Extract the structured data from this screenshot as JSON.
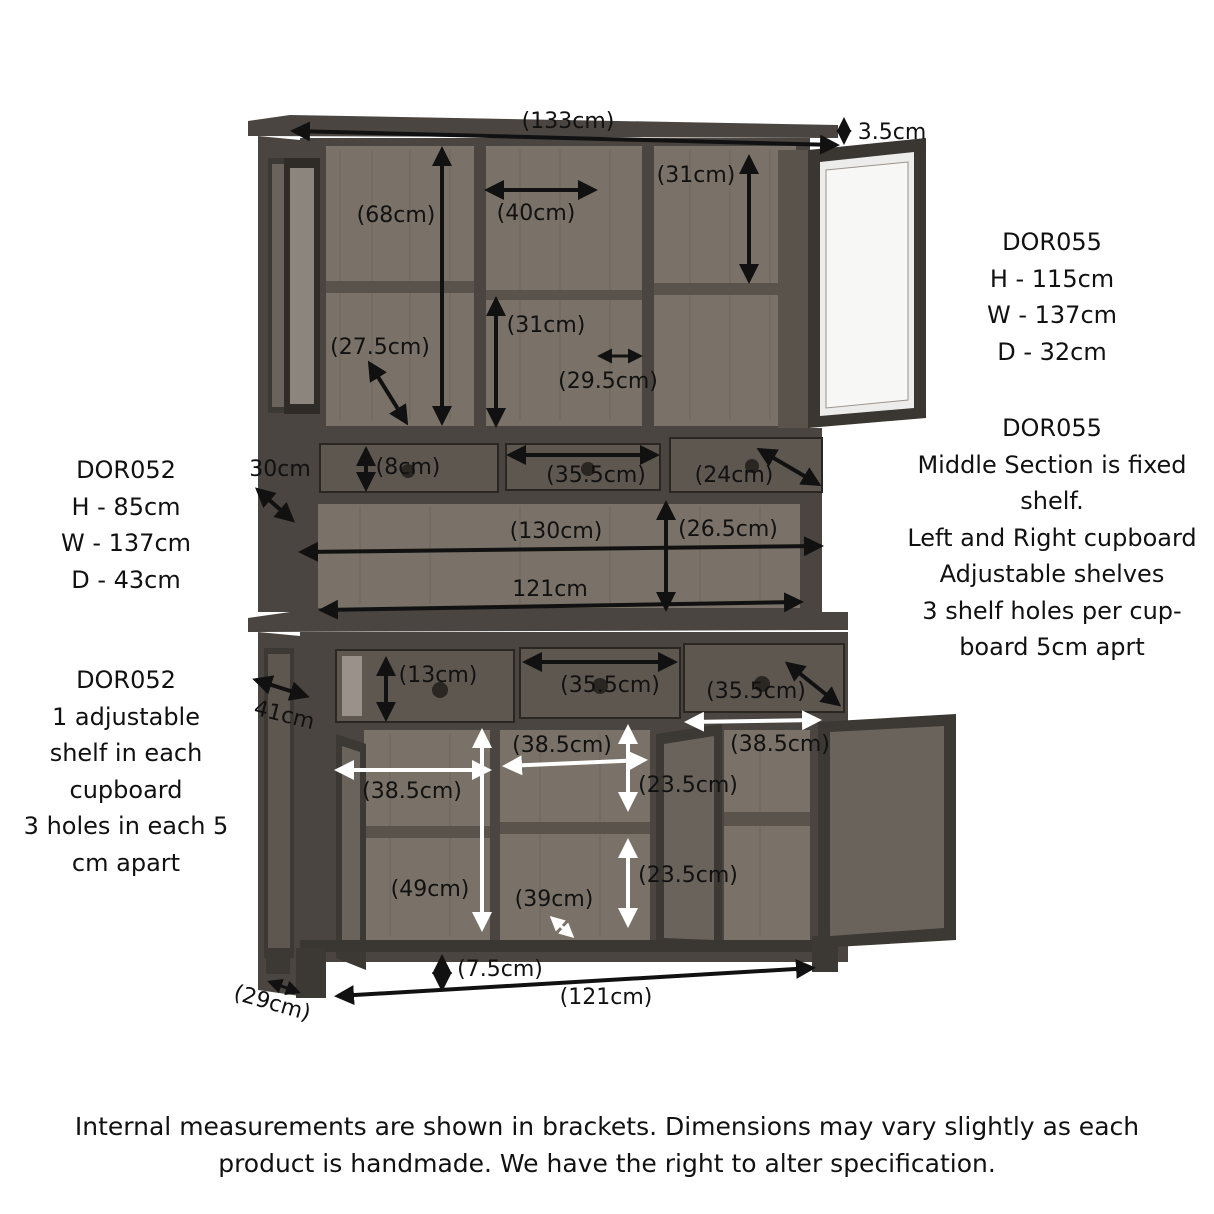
{
  "upper_unit": {
    "code": "DOR055",
    "height": "H - 115cm",
    "width": "W - 137cm",
    "depth": "D - 32cm"
  },
  "upper_unit_notes": {
    "code": "DOR055",
    "lines": [
      "Middle Section is fixed",
      "shelf.",
      "Left and Right cupboard",
      "Adjustable shelves",
      "3 shelf holes per cup-",
      "board 5cm aprt"
    ]
  },
  "lower_unit": {
    "code": "DOR052",
    "height": "H - 85cm",
    "width": "W - 137cm",
    "depth": "D - 43cm"
  },
  "lower_unit_notes": {
    "code": "DOR052",
    "lines": [
      "1 adjustable",
      "shelf in each",
      "cupboard",
      "3 holes in each 5",
      "cm apart"
    ]
  },
  "measurements": {
    "top_width": "(133cm)",
    "cornice_height": "3.5cm",
    "upper_left_height": "(68cm)",
    "upper_middle_width": "(40cm)",
    "upper_right_top_height": "(31cm)",
    "upper_middle_lower_height": "(31cm)",
    "upper_left_depth": "(27.5cm)",
    "upper_middle_depth": "(29.5cm)",
    "upper_overall_depth": "30cm",
    "small_drawer_height": "(8cm)",
    "small_drawer_width": "(35.5cm)",
    "small_drawer_depth": "(24cm)",
    "middle_inner_width": "(130cm)",
    "middle_height": "(26.5cm)",
    "middle_outer_width": "121cm",
    "lower_depth": "41cm",
    "big_drawer_height": "(13cm)",
    "big_drawer_width": "(35.5cm)",
    "big_drawer_depth": "(35.5cm)",
    "cupboard_middle_width": "(38.5cm)",
    "cupboard_right_width": "(38.5cm)",
    "cupboard_left_width": "(38.5cm)",
    "cupboard_top_height": "(23.5cm)",
    "cupboard_bottom_height": "(23.5cm)",
    "cupboard_left_height": "(49cm)",
    "cupboard_depth": "(39cm)",
    "plinth_height": "(7.5cm)",
    "leg_depth": "(29cm)",
    "bottom_width": "(121cm)"
  },
  "footer": {
    "line1": "Internal measurements are shown in brackets. Dimensions may vary slightly as each",
    "line2": "product is handmade. We have the right to alter specification."
  },
  "colors": {
    "wood_dark": "#4a4540",
    "wood_mid": "#6b645c",
    "wood_light": "#8a8278",
    "interior": "#7a7268",
    "arrow_dark": "#111111",
    "arrow_light": "#ffffff"
  }
}
